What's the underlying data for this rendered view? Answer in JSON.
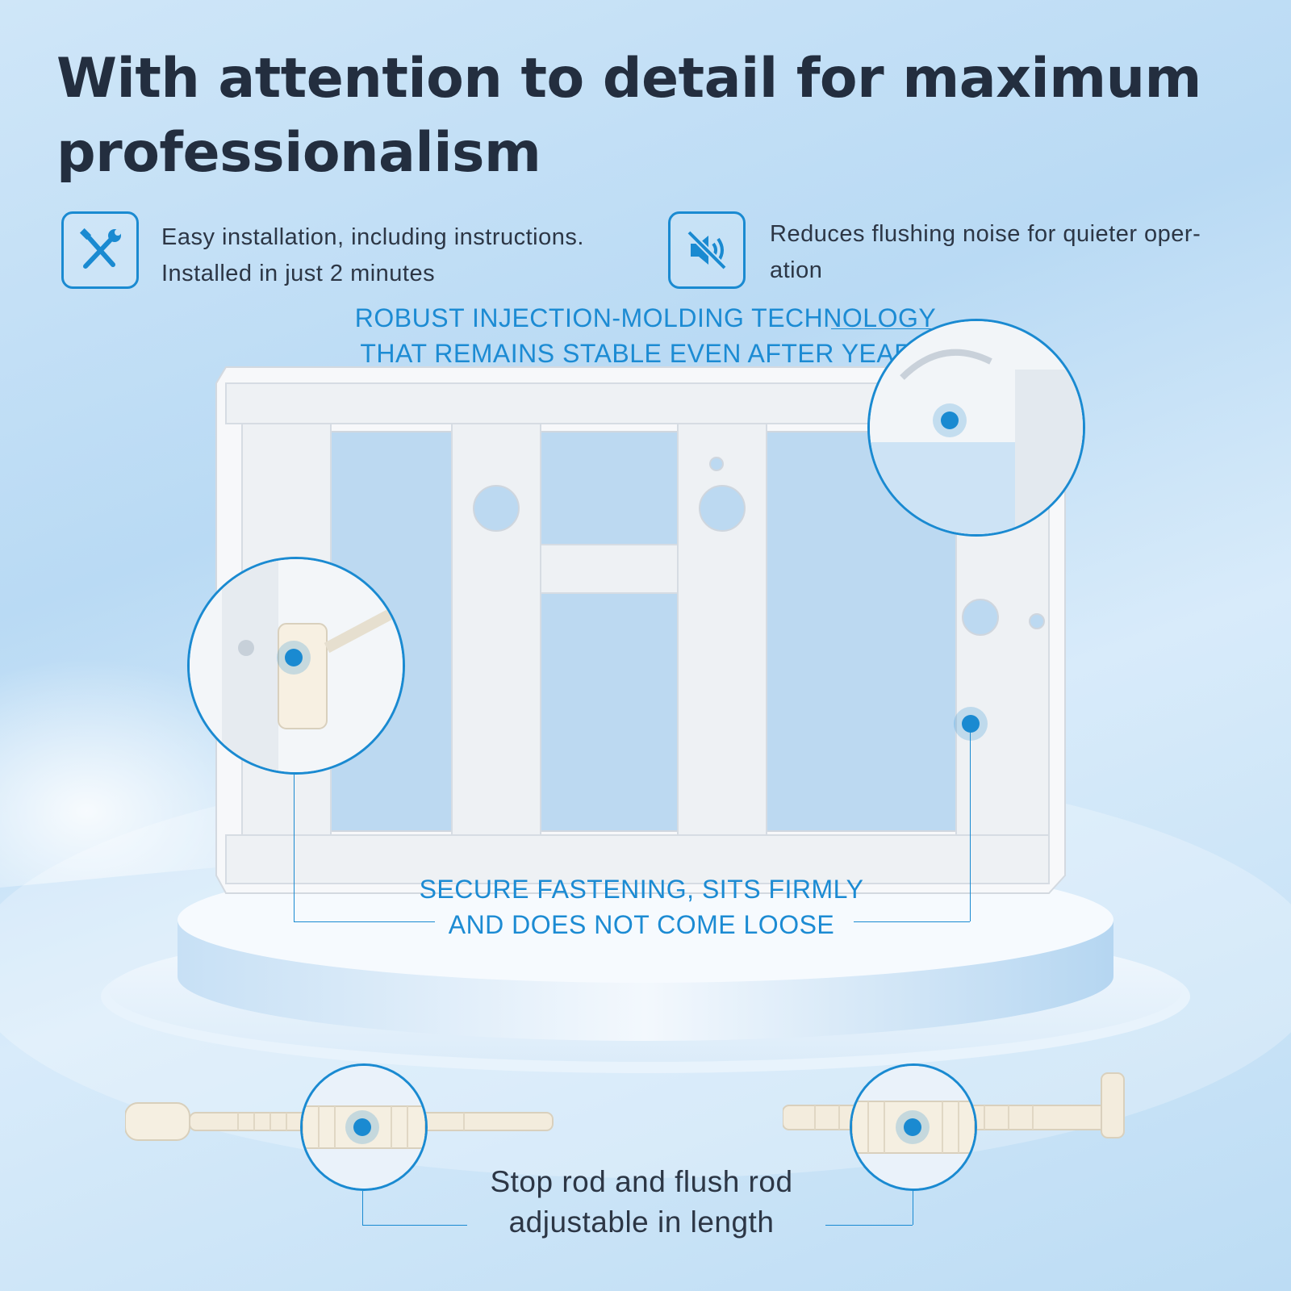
{
  "heading": {
    "line1": "With attention to detail for maximum",
    "line2": "professionalism"
  },
  "features": [
    {
      "icon": "tools-icon",
      "line1": "Easy installation, including instructions.",
      "line2": "Installed in just 2 minutes"
    },
    {
      "icon": "speaker-muted-icon",
      "line1": "Reduces flushing noise for quieter oper-",
      "line2": "ation"
    }
  ],
  "callouts": {
    "top": {
      "line1": "ROBUST INJECTION-MOLDING TECHNOLOGY",
      "line2": "THAT REMAINS STABLE EVEN AFTER YEARS"
    },
    "middle": {
      "line1": "SECURE FASTENING, SITS FIRMLY",
      "line2": "AND DOES NOT COME LOOSE"
    },
    "bottom": {
      "line1": "Stop rod and flush rod",
      "line2": "adjustable in length"
    }
  },
  "colors": {
    "accent": "#1a8ad1",
    "heading_text": "#232e3f",
    "callout_text": "#1c8bd3",
    "background": "#c6e1f6"
  }
}
